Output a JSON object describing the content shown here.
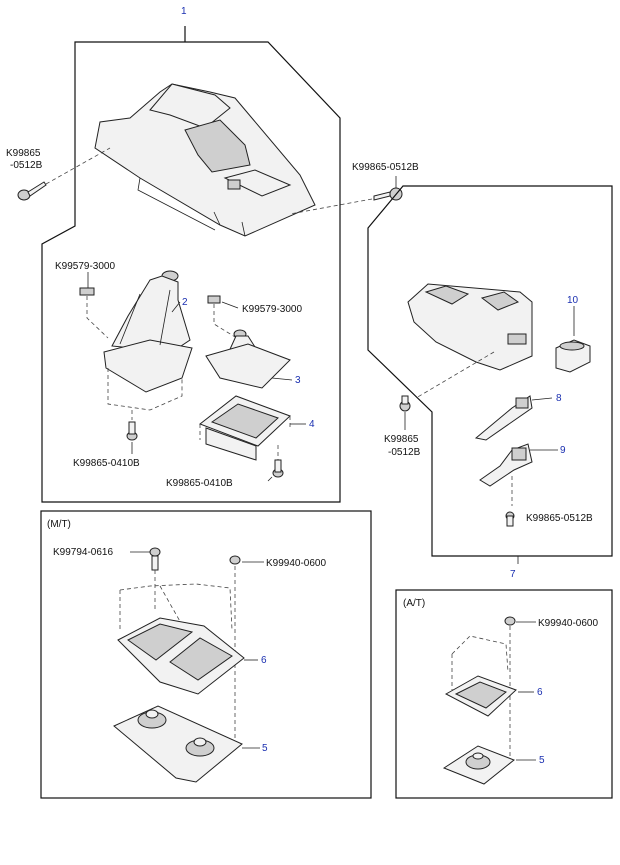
{
  "callouts": {
    "c1": "1",
    "c2": "2",
    "c3": "3",
    "c4": "4",
    "c5_mt": "5",
    "c6_mt": "6",
    "c5_at": "5",
    "c6_at": "6",
    "c7": "7",
    "c8": "8",
    "c9": "9",
    "c10": "10"
  },
  "parts": {
    "k99865_0512b_a1": "K99865",
    "k99865_0512b_a2": "-0512B",
    "k99865_0512b_b": "K99865-0512B",
    "k99579_3000_a": "K99579-3000",
    "k99579_3000_b": "K99579-3000",
    "k99865_0410b_a": "K99865-0410B",
    "k99865_0410b_b": "K99865-0410B",
    "k99865_0512b_c1": "K99865",
    "k99865_0512b_c2": "-0512B",
    "k99865_0512b_d": "K99865-0512B",
    "k99794_0616": "K99794-0616",
    "k99940_0600_mt": "K99940-0600",
    "k99940_0600_at": "K99940-0600"
  },
  "sections": {
    "manual": "(M/T)",
    "automatic": "(A/T)"
  },
  "colors": {
    "callout_numbers": "#1a2fb0",
    "lines": "#111111"
  }
}
